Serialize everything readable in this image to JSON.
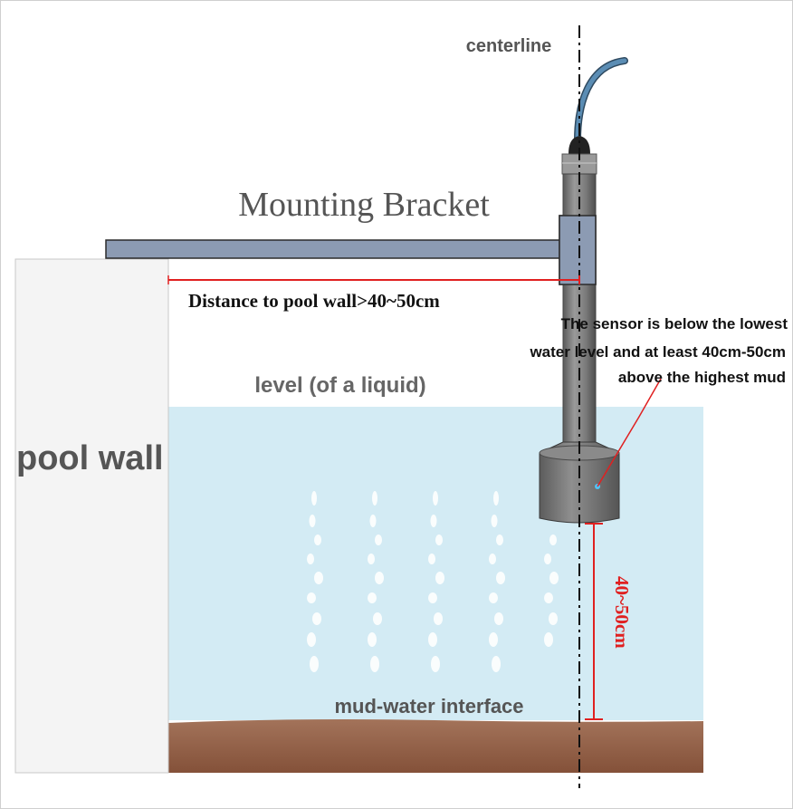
{
  "labels": {
    "centerline": "centerline",
    "mounting_bracket": "Mounting Bracket",
    "distance_to_wall": "Distance to pool wall>40~50cm",
    "sensor_note_line1": "The sensor is below the lowest",
    "sensor_note_line2": "water level and at least 40cm-50cm",
    "sensor_note_line3": "above the highest mud",
    "liquid_level": "level (of a liquid)",
    "pool_wall": "pool wall",
    "mud_water_interface": "mud-water interface",
    "vertical_distance": "40~50cm"
  },
  "colors": {
    "water": "#d3ebf4",
    "mud_top": "#9b6a4f",
    "mud_bottom": "#855238",
    "bracket": "#8c9bb3",
    "wall": "#f5f5f5",
    "dimension_red": "#e02020",
    "cable": "#4d7ea6",
    "sensor_body": "#7b7b7b",
    "label_gray": "#555555"
  }
}
